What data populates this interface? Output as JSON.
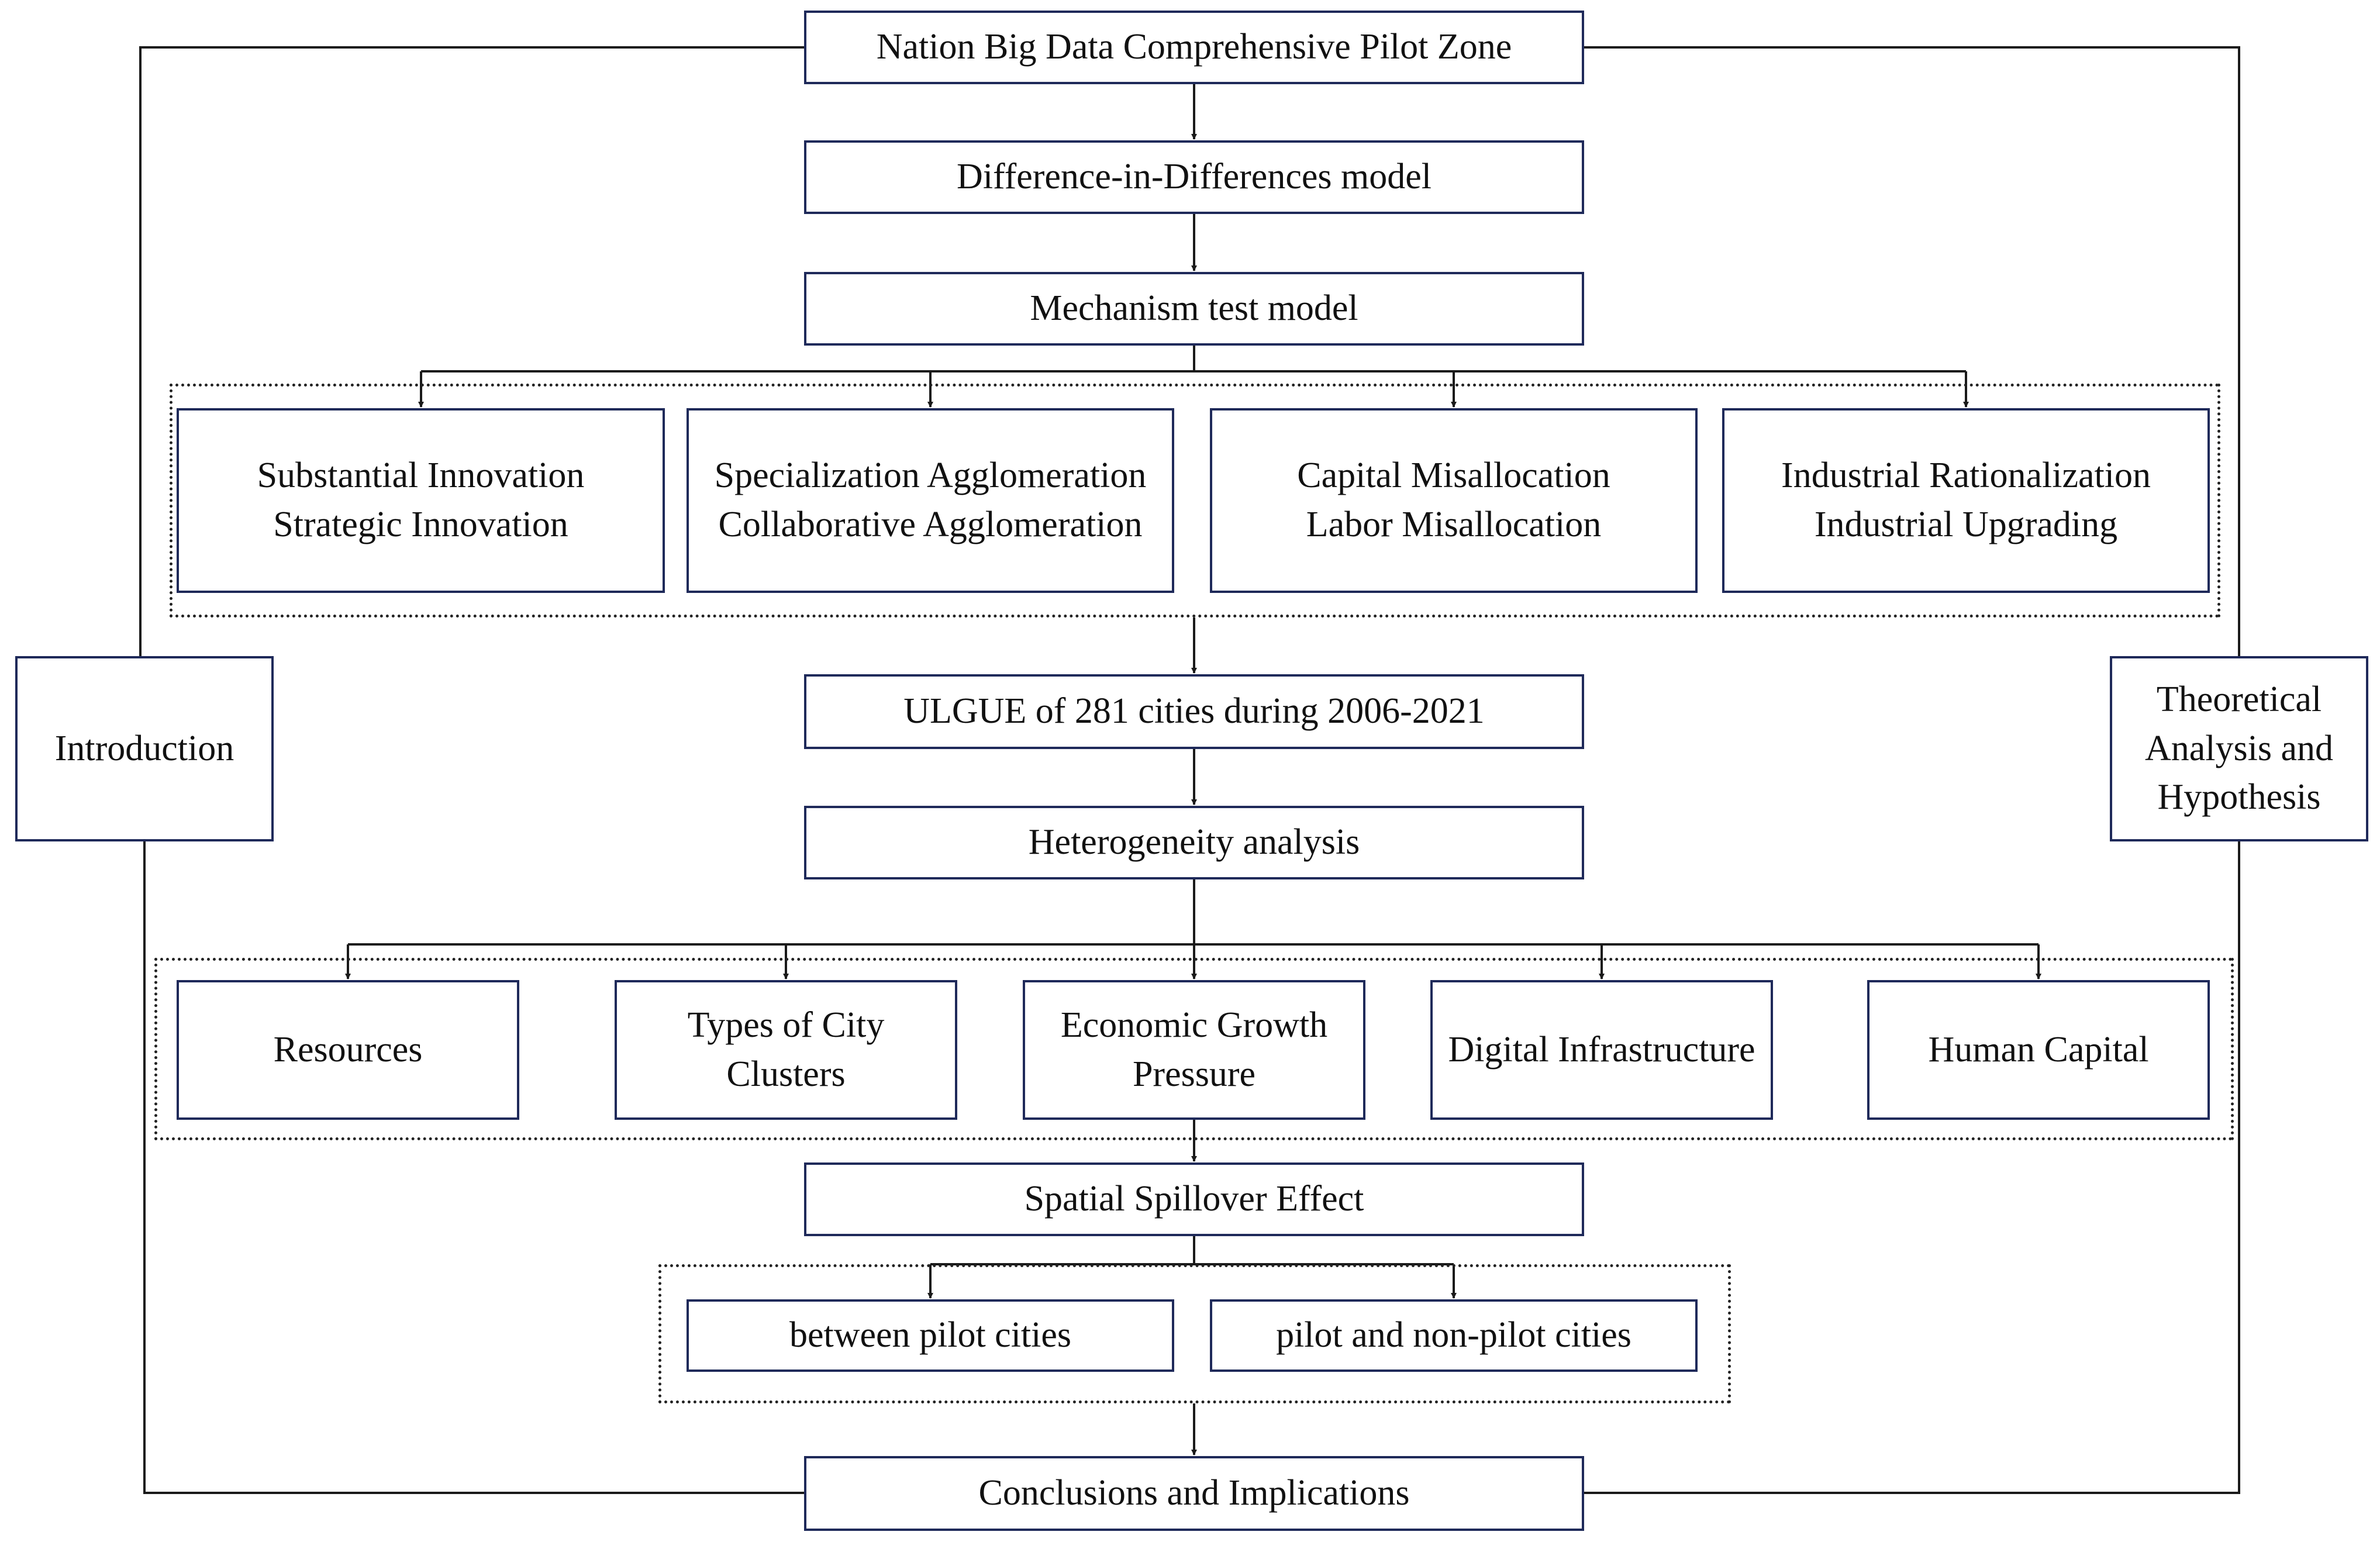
{
  "diagram": {
    "nodes": {
      "pilot_zone": {
        "lines": [
          "Nation Big Data Comprehensive Pilot Zone"
        ]
      },
      "did_model": {
        "lines": [
          "Difference-in-Differences model"
        ]
      },
      "mechanism_model": {
        "lines": [
          "Mechanism test model"
        ]
      },
      "innovation": {
        "lines": [
          "Substantial Innovation",
          "Strategic Innovation"
        ]
      },
      "agglomeration": {
        "lines": [
          "Specialization Agglomeration",
          "Collaborative Agglomeration"
        ]
      },
      "misallocation": {
        "lines": [
          "Capital Misallocation",
          "Labor Misallocation"
        ]
      },
      "industrial": {
        "lines": [
          "Industrial Rationalization",
          "Industrial Upgrading"
        ]
      },
      "ulgue": {
        "lines": [
          "ULGUE of 281 cities during 2006-2021"
        ]
      },
      "heterogeneity": {
        "lines": [
          "Heterogeneity analysis"
        ]
      },
      "resources": {
        "lines": [
          "Resources"
        ]
      },
      "city_clusters": {
        "lines": [
          "Types of City",
          "Clusters"
        ]
      },
      "growth_pressure": {
        "lines": [
          "Economic Growth",
          "Pressure"
        ]
      },
      "digital_infra": {
        "lines": [
          "Digital Infrastructure"
        ]
      },
      "human_capital": {
        "lines": [
          "Human Capital"
        ]
      },
      "spillover": {
        "lines": [
          "Spatial Spillover Effect"
        ]
      },
      "between_pilot": {
        "lines": [
          "between pilot cities"
        ]
      },
      "pilot_nonpilot": {
        "lines": [
          "pilot and non-pilot cities"
        ]
      },
      "conclusions": {
        "lines": [
          "Conclusions and Implications"
        ]
      },
      "introduction": {
        "lines": [
          "Introduction"
        ]
      },
      "theory": {
        "lines": [
          "Theoretical",
          "Analysis and",
          "Hypothesis"
        ]
      }
    },
    "edges": [
      {
        "from": "pilot_zone",
        "to": "did_model"
      },
      {
        "from": "did_model",
        "to": "mechanism_model"
      },
      {
        "from": "mechanism_model",
        "to": "innovation"
      },
      {
        "from": "mechanism_model",
        "to": "agglomeration"
      },
      {
        "from": "mechanism_model",
        "to": "misallocation"
      },
      {
        "from": "mechanism_model",
        "to": "industrial"
      },
      {
        "from": "mechanism_group",
        "to": "ulgue"
      },
      {
        "from": "ulgue",
        "to": "heterogeneity"
      },
      {
        "from": "heterogeneity",
        "to": "resources"
      },
      {
        "from": "heterogeneity",
        "to": "city_clusters"
      },
      {
        "from": "heterogeneity",
        "to": "growth_pressure"
      },
      {
        "from": "heterogeneity",
        "to": "digital_infra"
      },
      {
        "from": "heterogeneity",
        "to": "human_capital"
      },
      {
        "from": "heterogeneity_group",
        "to": "spillover"
      },
      {
        "from": "spillover",
        "to": "between_pilot"
      },
      {
        "from": "spillover",
        "to": "pilot_nonpilot"
      },
      {
        "from": "spillover_group",
        "to": "conclusions"
      },
      {
        "from": "pilot_zone",
        "to": "introduction",
        "arrow": false
      },
      {
        "from": "introduction",
        "to": "conclusions",
        "arrow": false
      },
      {
        "from": "pilot_zone",
        "to": "theory",
        "arrow": false
      },
      {
        "from": "theory",
        "to": "conclusions",
        "arrow": false
      }
    ],
    "groups": [
      "mechanism_group",
      "heterogeneity_group",
      "spillover_group"
    ],
    "colors": {
      "box_border": "#1f2a5a",
      "line": "#1a1a1a",
      "text": "#111111"
    }
  }
}
